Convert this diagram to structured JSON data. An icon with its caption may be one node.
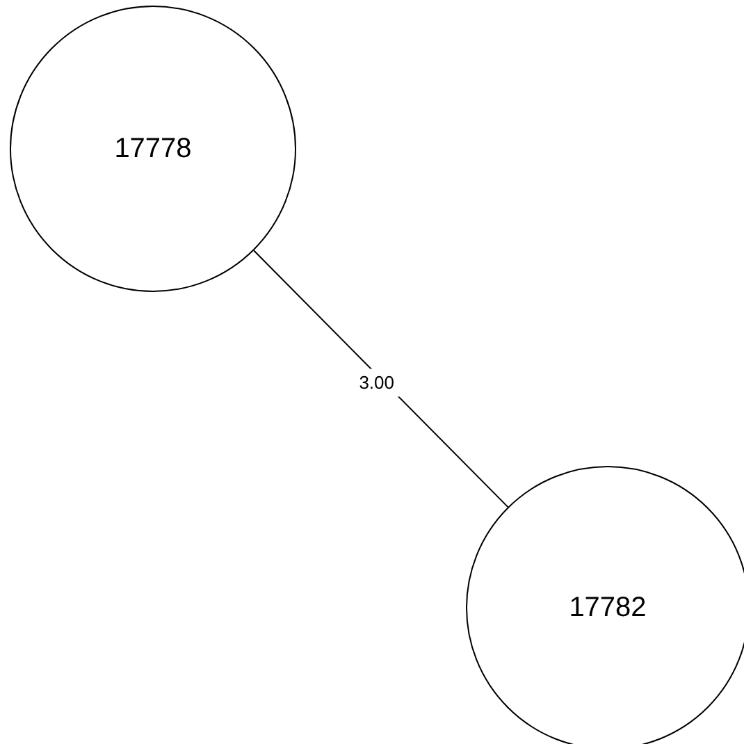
{
  "diagram": {
    "nodes": [
      {
        "text": [
          "17778"
        ]
      },
      {
        "text": [
          "17782"
        ]
      }
    ],
    "edges": [
      {
        "from": 0,
        "to": 1,
        "arrow": "none",
        "label": "3.00"
      }
    ]
  }
}
